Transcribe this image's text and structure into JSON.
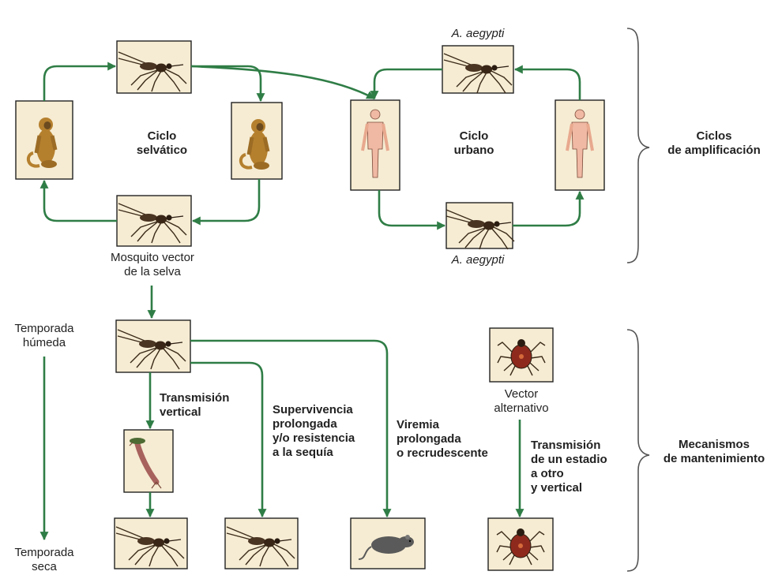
{
  "colors": {
    "arrow": "#2f7d46",
    "box_fill": "#f6ecd3",
    "monkey": "#b5802e",
    "human": "#f0b9a3",
    "tick": "#8e2a1d",
    "rat": "#5a5a5a"
  },
  "labels": {
    "sylvatic_cycle_line1": "Ciclo",
    "sylvatic_cycle_line2": "selvático",
    "urban_cycle_line1": "Ciclo",
    "urban_cycle_line2": "urbano",
    "aegypti_top": "A. aegypti",
    "aegypti_bottom": "A. aegypti",
    "jungle_vector_line1": "Mosquito vector",
    "jungle_vector_line2": "de la selva",
    "wet_season_line1": "Temporada",
    "wet_season_line2": "húmeda",
    "dry_season_line1": "Temporada",
    "dry_season_line2": "seca",
    "vertical_line1": "Transmisión",
    "vertical_line2": "vertical",
    "survival_line1": "Supervivencia",
    "survival_line2": "prolongada",
    "survival_line3": "y/o resistencia",
    "survival_line4": "a la sequía",
    "viremia_line1": "Viremia",
    "viremia_line2": "prolongada",
    "viremia_line3": "o recrudescente",
    "alt_vector_line1": "Vector",
    "alt_vector_line2": "alternativo",
    "stage_line1": "Transmisión",
    "stage_line2": "de un estadio",
    "stage_line3": "a otro",
    "stage_line4": "y vertical",
    "amplification_line1": "Ciclos",
    "amplification_line2": "de amplificación",
    "maintenance_line1": "Mecanismos",
    "maintenance_line2": "de mantenimiento"
  },
  "icons": {
    "mosquito": "mosquito-icon",
    "monkey": "monkey-icon",
    "human": "human-icon",
    "tick": "tick-icon",
    "larva": "larva-icon",
    "rat": "rat-icon"
  }
}
